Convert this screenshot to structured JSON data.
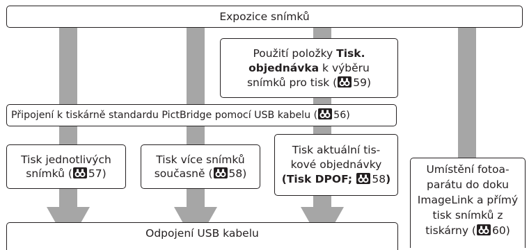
{
  "colors": {
    "arrow": "#a6a6a6",
    "border": "#231f20",
    "text": "#231f20",
    "background": "#ffffff",
    "ref_icon": "#231f20"
  },
  "icons": {
    "page_reference": "binoculars-icon"
  },
  "boxes": {
    "expose": {
      "text": "Expozice snímků"
    },
    "print_order": {
      "line1": "Použití položky ",
      "bold1": "Tisk.",
      "bold2": "objednávka",
      "line2": " k výběru",
      "line3": "snímků pro tisk (",
      "page": "59",
      "close": ")"
    },
    "connect": {
      "text": "Připojení k tiskárně standardu PictBridge pomocí USB kabelu (",
      "page": "56",
      "close": ")"
    },
    "single": {
      "line1": "Tisk jednotlivých",
      "line2": "snímků (",
      "page": "57",
      "close": ")"
    },
    "multiple": {
      "line1": "Tisk více snímků",
      "line2": "současně (",
      "page": "58",
      "close": ")"
    },
    "dpof": {
      "line1": "Tisk aktuální tis-",
      "line2": "kové objednávky",
      "open": "(",
      "bold": "Tisk DPOF",
      "semi": "; ",
      "page": "58",
      "close": ")"
    },
    "dock": {
      "line1": "Umístění fotoa-",
      "line2": "parátu do doku",
      "line3": "ImageLink a přímý",
      "line4": "tisk snímků z",
      "line5": "tiskárny (",
      "page": "60",
      "close": ")"
    },
    "disconnect": {
      "text": "Odpojení USB kabelu"
    }
  }
}
